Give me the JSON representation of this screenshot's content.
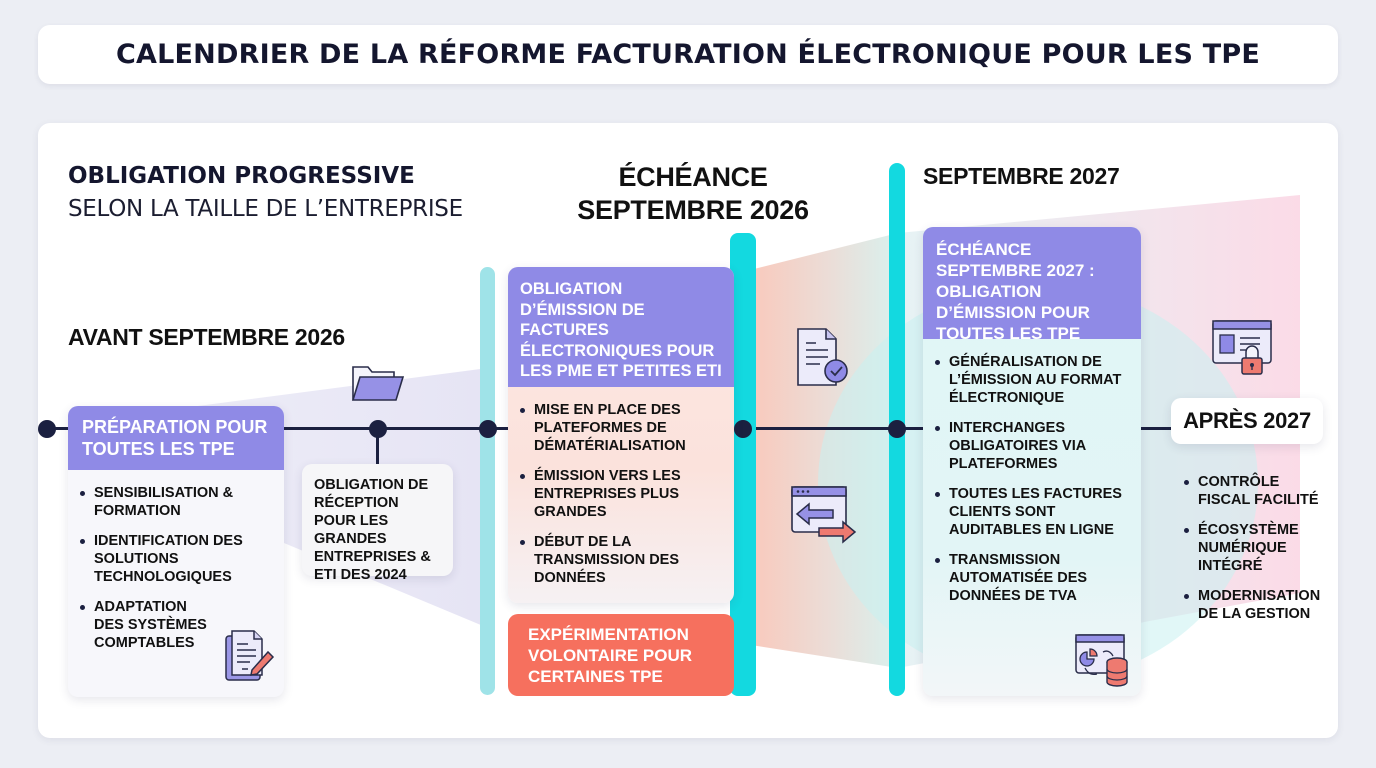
{
  "title": "CALENDRIER DE LA RÉFORME FACTURATION ÉLECTRONIQUE POUR LES TPE",
  "headings": {
    "main": "OBLIGATION PROGRESSIVE",
    "sub": "SELON LA TAILLE DE L’ENTREPRISE",
    "avant": "AVANT SEPTEMBRE 2026",
    "echeance_2026_line1": "ÉCHÉANCE",
    "echeance_2026_line2": "SEPTEMBRE 2026",
    "sept_2027": "SEPTEMBRE 2027"
  },
  "phases": {
    "preparation": {
      "title": "PRÉPARATION POUR TOUTES LES TPE",
      "bullets": [
        "SENSIBILISATION & FORMATION",
        "IDENTIFICATION DES SOLUTIONS TECHNOLOGIQUES",
        "ADAPTATION DES SYSTÈMES COMPTABLES"
      ],
      "icon": "document-edit-icon"
    },
    "reception": {
      "text": "OBLIGATION DE RÉCEPTION POUR LES GRANDES ENTREPRISES & ETI DES 2024",
      "icon": "folder-icon"
    },
    "emission_2026": {
      "title": "OBLIGATION D’ÉMISSION DE FACTURES ÉLECTRONIQUES POUR LES PME ET PETITES ETI",
      "bullets": [
        "MISE EN PLACE DES PLATEFORMES DE DÉMATÉRIALISATION",
        "ÉMISSION VERS LES ENTREPRISES PLUS GRANDES",
        "DÉBUT DE LA TRANSMISSION DES DONNÉES"
      ]
    },
    "experimentation": {
      "text": "EXPÉRIMENTATION VOLONTAIRE POUR CERTAINES TPE"
    },
    "emission_2027": {
      "title": "ÉCHÉANCE SEPTEMBRE 2027 : OBLIGATION D’ÉMISSION POUR TOUTES LES TPE",
      "bullets": [
        "GÉNÉRALISATION DE L’ÉMISSION AU FORMAT ÉLECTRONIQUE",
        "INTERCHANGES OBLIGATOIRES VIA PLATEFORMES",
        "TOUTES LES FACTURES CLIENTS SONT AUDITABLES EN LIGNE",
        "TRANSMISSION AUTOMATISÉE DES DONNÉES DE TVA"
      ],
      "icon": "data-sync-icon"
    },
    "apres_2027": {
      "title": "APRÈS 2027",
      "bullets": [
        "CONTRÔLE FISCAL FACILITÉ",
        "ÉCOSYSTÈME NUMÉRIQUE INTÉGRÉ",
        "MODERNISATION DE LA GESTION"
      ],
      "icon": "secure-browser-icon"
    }
  },
  "icons": [
    "folder-icon",
    "document-check-icon",
    "exchange-arrows-icon",
    "document-edit-icon",
    "data-sync-icon",
    "secure-browser-icon"
  ],
  "colors": {
    "primary_purple": "#8f8ae6",
    "coral": "#f6705e",
    "cyan": "#13d9e0",
    "light_cyan": "#9fe3e8",
    "navy": "#1b2040",
    "background": "#eceef4"
  }
}
